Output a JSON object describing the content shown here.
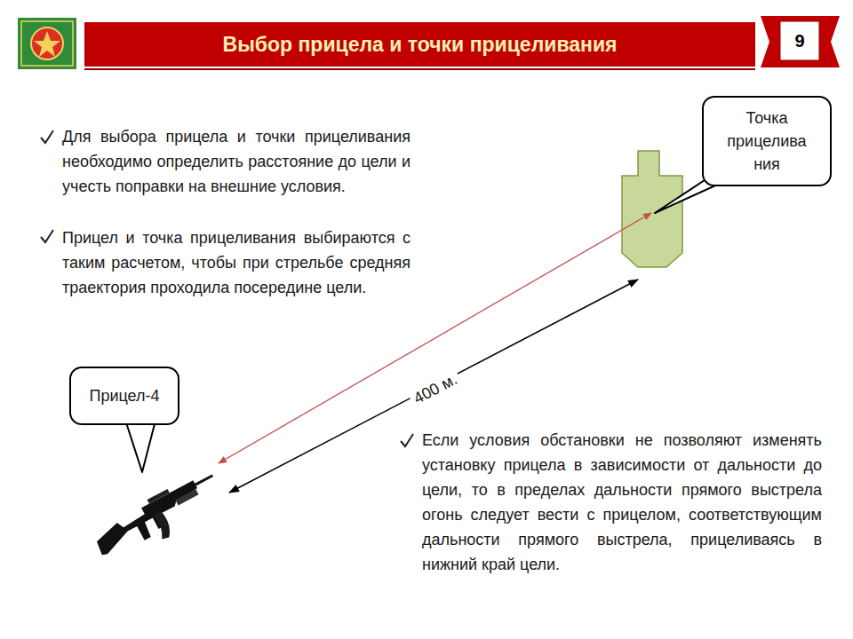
{
  "diagram": {
    "title": "Выбор прицела и точки прицеливания",
    "nodes": [
      {
        "text": [
          "Точка прицелива ния"
        ]
      },
      {
        "text": [
          "Прицел-4"
        ]
      }
    ],
    "labels": [
      "9",
      "Для выбора прицела и точки прицеливания необходимо определить расстояние до цели и учесть поправки на внешние условия.",
      "Прицел и точка прицеливания выбираются с таким расчетом, чтобы при стрельбе средняя траектория проходила посередине цели.",
      "400 м.",
      "Если условия обстановки не позволяют изменять установку прицела в зависимости от дальности до цели, то в пределах дальности прямого выстрела огонь следует вести с прицелом, соответствующим дальности прямого выстрела, прицеливаясь в нижний край цели."
    ]
  }
}
